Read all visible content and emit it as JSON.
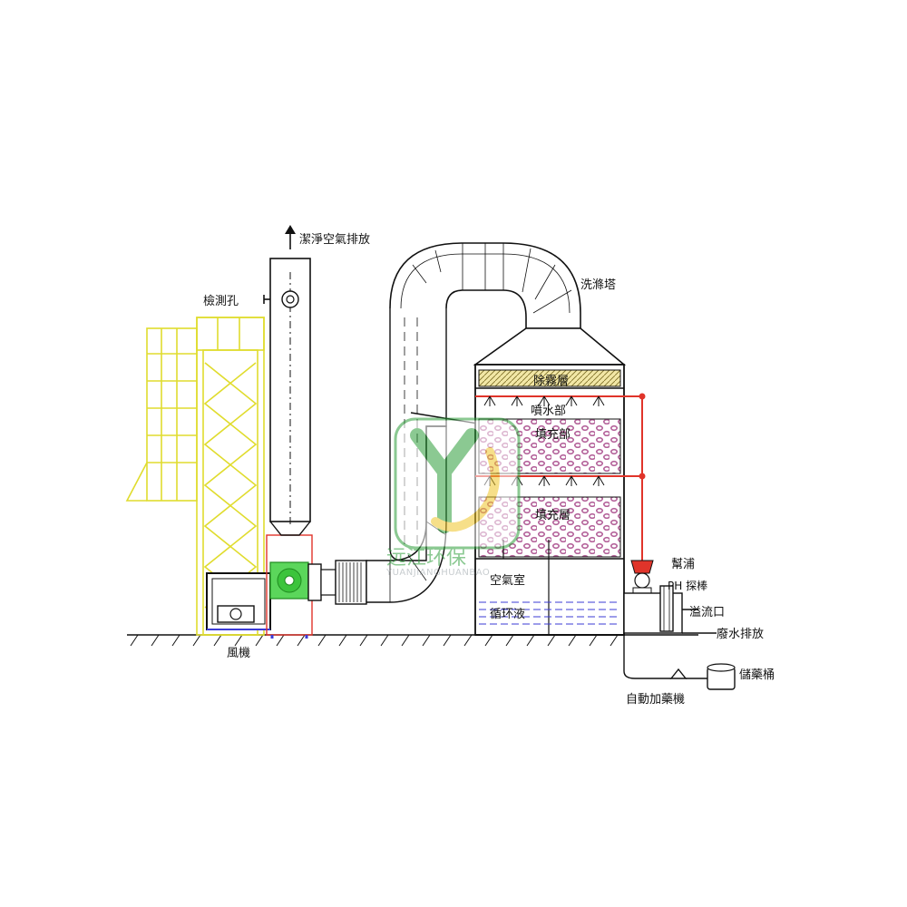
{
  "labels": {
    "clean_air_exhaust": "潔淨空氣排放",
    "sampling_port": "檢測孔",
    "scrubber_tower": "洗滌塔",
    "demister": "除霧層",
    "spray_section": "噴水部",
    "packing_section_upper": "填充部",
    "packing_section_lower": "填充層",
    "air_chamber": "空氣室",
    "circulating_liquid": "循环液",
    "pump": "幫浦",
    "ph_probe": "PH 探棒",
    "overflow_port": "溢流口",
    "wastewater_discharge": "廢水排放",
    "storage_tank": "儲藥桶",
    "auto_dosing_machine": "自動加藥機",
    "fan": "風機"
  },
  "watermark": {
    "logo_letters": "YJ",
    "chinese_text": "远江环保",
    "pinyin_text": "YUANJIANGHUANBAO",
    "color": "#2e9e3a"
  },
  "colors": {
    "line": "#111111",
    "ductwork": "#e0dc2e",
    "chemical_piping": "#e0342a",
    "fan_green": "#3cc43c",
    "packing_fill": "#b4629a",
    "liquid_lines": "#3b3bd6",
    "demister_fill": "#f2e7a6"
  }
}
